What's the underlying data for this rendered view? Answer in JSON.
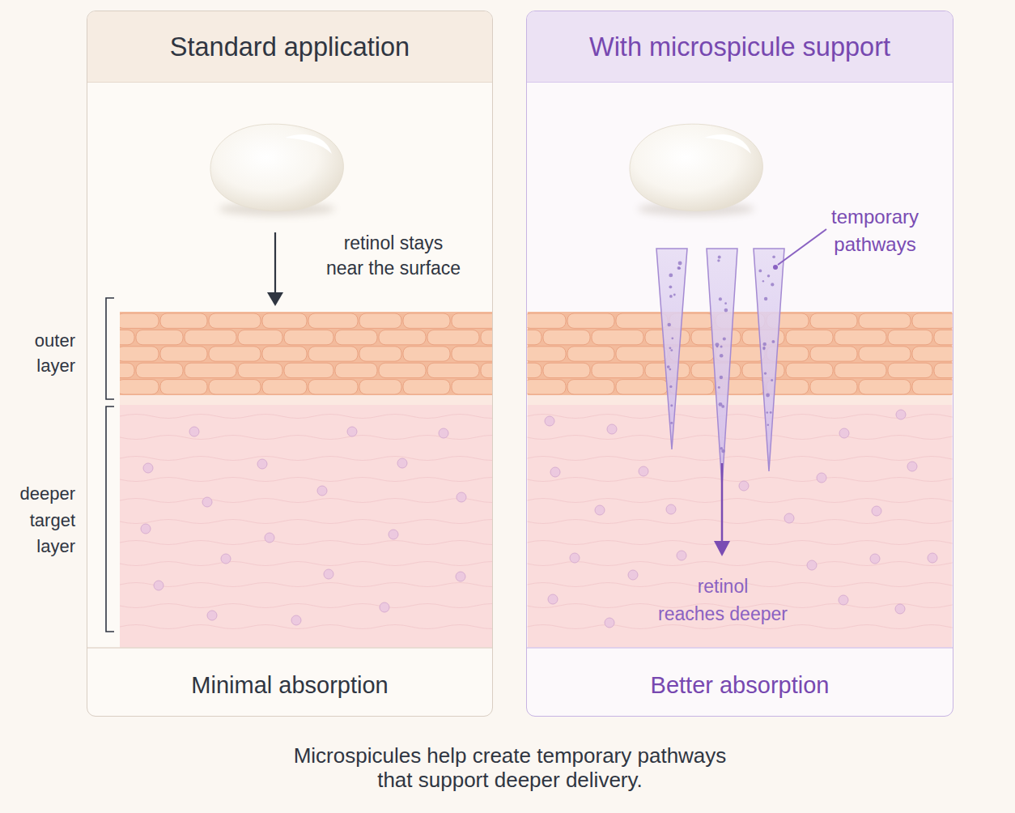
{
  "diagram": {
    "caption": "Microspicules help create temporary pathways that support deeper delivery.",
    "nodes": [
      {
        "text": [
          "Standard application",
          "Minimal absorption"
        ]
      },
      {
        "text": [
          "With microspicule support",
          "Better absorption"
        ]
      }
    ],
    "labels": [
      "retinol stays near the surface",
      "outer layer",
      "deeper target layer",
      "temporary pathways",
      "retinol reaches deeper"
    ]
  }
}
